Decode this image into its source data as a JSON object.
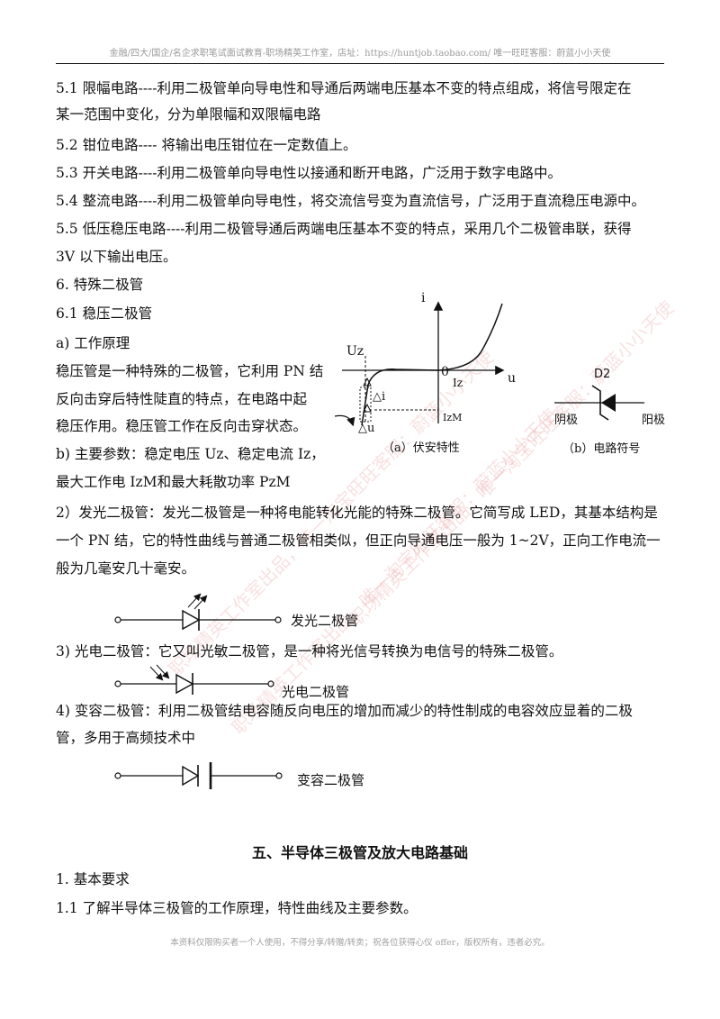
{
  "header": {
    "text": "金融/四大/国企/名企求职笔试面试教育-职场精英工作室，店址：https://huntjob.taobao.com/  唯一旺旺客服：蔚蓝小小天使"
  },
  "paragraphs": {
    "p51_line1": "5.1  限幅电路----利用二极管单向导电性和导通后两端电压基本不变的特点组成，将信号限定在",
    "p51_line2": "某一范围中变化，分为单限幅和双限幅电路",
    "p52": "5.2  钳位电路----  将输出电压钳位在一定数值上。",
    "p53": "5.3  开关电路----利用二极管单向导电性以接通和断开电路，广泛用于数字电路中。",
    "p54": "5.4  整流电路----利用二极管单向导电性，将交流信号变为直流信号，广泛用于直流稳压电源中。",
    "p55_line1": "5.5  低压稳压电路----利用二极管导通后两端电压基本不变的特点，采用几个二极管串联，获得",
    "p55_line2": "3V 以下输出电压。",
    "s6": "6.  特殊二极管",
    "s61": "6.1  稳压二极管",
    "sa": "a)  工作原理",
    "zener_desc_1": "稳压管是一种特殊的二极管，它利用 PN 结",
    "zener_desc_2": "反向击穿后特性陡直的特点，在电路中起",
    "zener_desc_3": "稳压作用。稳压管工作在反向击穿状态。",
    "sb_line1": "b)  主要参数：稳定电压 Uz、稳定电流 Iz，",
    "sb_line2": "最大工作电 IzM和最大耗散功率 PzM",
    "led_line1": "2）发光二极管：发光二极管是一种将电能转化光能的特殊二极管。它简写成 LED，其基本结构是",
    "led_line2": "一个 PN 结，它的特性曲线与普通二极管相类似，但正向导通电压一般为 1~2V，正向工作电流一",
    "led_line3": "般为几毫安几十毫安。",
    "photo": "3)   光电二极管：它又叫光敏二极管，是一种将光信号转换为电信号的特殊二极管。",
    "varactor_line1": "4)   变容二极管：利用二极管结电容随反向电压的增加而减少的特性制成的电容效应显着的二极",
    "varactor_line2": "管，多用于高频技术中",
    "chapter_title": "五、半导体三极管及放大电路基础",
    "c1": "1.  基本要求",
    "c11": "1.1  了解半导体三极管的工作原理，特性曲线及主要参数。"
  },
  "figures": {
    "iv_axis_i": "i",
    "iv_axis_u": "u",
    "iv_origin": "0",
    "iv_uz": "Uz",
    "iv_iz": "Iz",
    "iv_izm": "IzM",
    "iv_delta_i": "△i",
    "iv_delta_u": "△u",
    "iv_caption": "（a）伏安特性",
    "sym_name": "D2",
    "sym_cathode": "阴极",
    "sym_anode": "阳极",
    "sym_caption": "（b）电路符号",
    "led_label": "发光二极管",
    "photo_label": "光电二极管",
    "varactor_label": "变容二极管"
  },
  "footer": {
    "text": "本资料仅限购买者一个人使用，不得分享/转赠/转卖；祝各位获得心仪 offer，版权所有，违者必究。"
  },
  "watermarks": {
    "wm1": "职场精英工作室出品，唯一淘宝旺旺客服：蔚蓝小小天使",
    "wm2": "职场精英工作室出品，唯一淘宝旺旺客服：蔚蓝小小天使",
    "wm3": "职场精英工作室出品，唯一淘宝旺旺客服：蔚蓝小小天使"
  }
}
